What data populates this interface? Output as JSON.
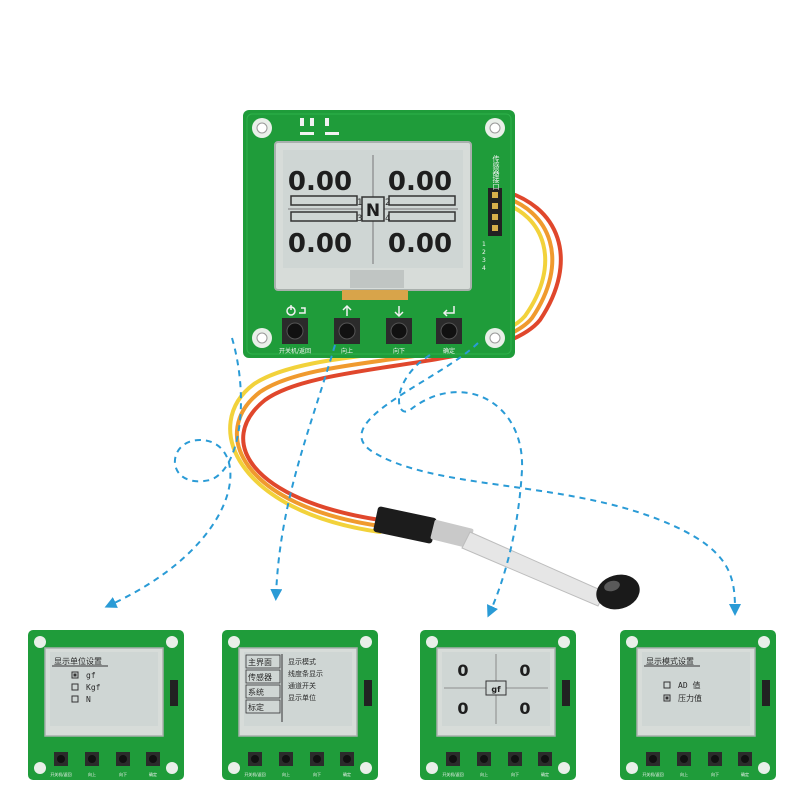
{
  "main_board": {
    "readings": [
      "0.00",
      "0.00",
      "0.00",
      "0.00"
    ],
    "channel_numbers": [
      "1",
      "3",
      "2",
      "4"
    ],
    "unit": "N",
    "button_icons": [
      "power-return-icon",
      "arrow-up-icon",
      "arrow-down-icon",
      "enter-icon"
    ],
    "button_labels": [
      "开关机/返回",
      "向上",
      "向下",
      "确定"
    ],
    "side_label": "传感器接口",
    "pin_labels": [
      "1",
      "2",
      "3",
      "4"
    ]
  },
  "panels": [
    {
      "title": "显示单位设置",
      "options": [
        {
          "label": "gf",
          "checked": true
        },
        {
          "label": "Kgf",
          "checked": false
        },
        {
          "label": "N",
          "checked": false
        }
      ]
    },
    {
      "left_menu": [
        "主界面",
        "传感器",
        "系统",
        "标定"
      ],
      "right_menu": [
        "显示模式",
        "线度条显示",
        "通道开关",
        "显示单位"
      ]
    },
    {
      "readings": [
        "0",
        "0",
        "0",
        "0"
      ],
      "unit": "gf"
    },
    {
      "title": "显示模式设置",
      "options": [
        {
          "label": "AD 值",
          "checked": false
        },
        {
          "label": "压力值",
          "checked": true
        }
      ]
    }
  ],
  "small_button_labels": [
    "开关机/返回",
    "向上",
    "向下",
    "确定"
  ],
  "colors": {
    "pcb": "#1f9c3a",
    "lcd": "#cfd6d4",
    "arrow": "#2a9bd6",
    "wire_red": "#e0472c",
    "wire_orange": "#f09a2e",
    "wire_yellow": "#f2d23b"
  }
}
